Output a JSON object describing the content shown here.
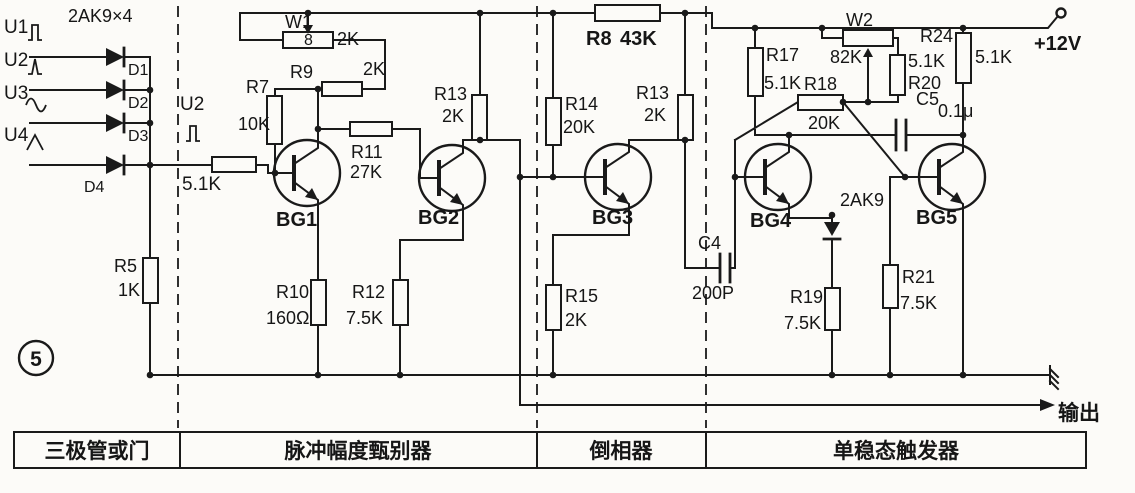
{
  "figure": {
    "number": "5"
  },
  "power": {
    "label": "+12V"
  },
  "output": {
    "label": "输出"
  },
  "signal": {
    "label": "U2"
  },
  "input_stage": {
    "group_label": "2AK9×4",
    "inputs": [
      {
        "label": "U1"
      },
      {
        "label": "U2"
      },
      {
        "label": "U3"
      },
      {
        "label": "U4"
      }
    ],
    "diodes": [
      {
        "label": "D1"
      },
      {
        "label": "D2"
      },
      {
        "label": "D3"
      },
      {
        "label": "D4"
      }
    ]
  },
  "components": {
    "rb": {
      "value": "5.1K"
    },
    "r5": {
      "label": "R5",
      "value": "1K"
    },
    "w1": {
      "label": "W1",
      "value_left": "8",
      "value_right": "2K"
    },
    "r7": {
      "label": "R7",
      "value": "10K"
    },
    "r9": {
      "label": "R9",
      "value": "2K"
    },
    "r11": {
      "label": "R11",
      "value": "27K"
    },
    "r10": {
      "label": "R10",
      "value": "160Ω"
    },
    "r12": {
      "label": "R12",
      "value": "7.5K"
    },
    "r13a": {
      "label": "R13",
      "value": "2K"
    },
    "r8": {
      "label": "R8",
      "value": "43K"
    },
    "r14": {
      "label": "R14",
      "value": "20K"
    },
    "r13b": {
      "label": "R13",
      "value": "2K"
    },
    "r15": {
      "label": "R15",
      "value": "2K"
    },
    "r17": {
      "label": "R17",
      "value": "5.1K"
    },
    "r18": {
      "label": "R18",
      "value": "20K"
    },
    "w2": {
      "label": "W2",
      "value": "82K"
    },
    "r20": {
      "label": "R20",
      "value": "5.1K"
    },
    "r24": {
      "label": "R24",
      "value": "5.1K"
    },
    "c5": {
      "label": "C5",
      "value": "0.1μ"
    },
    "c4": {
      "label": "C4",
      "value": "200P"
    },
    "d5": {
      "label": "2AK9"
    },
    "r19": {
      "label": "R19",
      "value": "7.5K"
    },
    "r21": {
      "label": "R21",
      "value": "7.5K"
    }
  },
  "transistors": [
    {
      "label": "BG1"
    },
    {
      "label": "BG2"
    },
    {
      "label": "BG3"
    },
    {
      "label": "BG4"
    },
    {
      "label": "BG5"
    }
  ],
  "sections": [
    {
      "label": "三极管或门"
    },
    {
      "label": "脉冲幅度甄别器"
    },
    {
      "label": "倒相器"
    },
    {
      "label": "单稳态触发器"
    }
  ]
}
